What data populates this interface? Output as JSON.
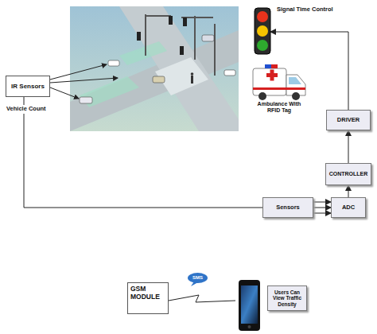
{
  "diagram": {
    "nodes": [
      {
        "text": [
          "IR Sensors",
          "Vehicle Count"
        ]
      },
      {
        "text": [
          "Signal Time Control"
        ]
      },
      {
        "text": [
          "DRIVER"
        ]
      },
      {
        "text": [
          "CONTROLLER"
        ]
      },
      {
        "text": [
          "Sensors"
        ]
      },
      {
        "text": [
          "ADC"
        ]
      },
      {
        "text": [
          "GSM MODULE"
        ]
      },
      {
        "text": [
          "SMS"
        ]
      },
      {
        "text": [
          "Users Can View Traffic Density"
        ]
      }
    ],
    "edges": [
      {
        "from": 0,
        "to": 4,
        "arrow": "none"
      },
      {
        "from": 4,
        "to": 5,
        "arrow": "to"
      },
      {
        "from": 5,
        "to": 3,
        "arrow": "to"
      },
      {
        "from": 3,
        "to": 2,
        "arrow": "to"
      },
      {
        "from": 2,
        "to": 1,
        "arrow": "to"
      }
    ],
    "labels": [
      "Ambulance With RFID Tag"
    ]
  }
}
